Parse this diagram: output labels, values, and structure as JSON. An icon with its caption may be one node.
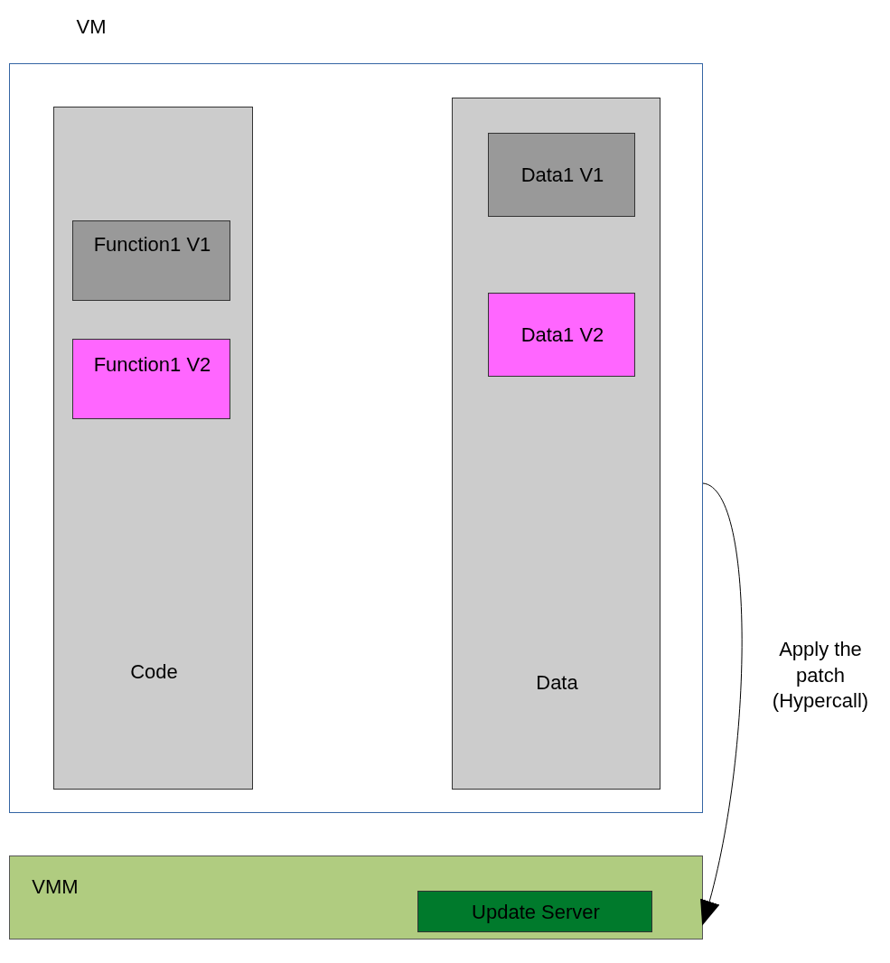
{
  "diagram": {
    "nodes": [
      {
        "text": [
          "VM"
        ]
      },
      {
        "text": [
          "Code"
        ],
        "in": 0
      },
      {
        "text": [
          "Function1 V1"
        ],
        "in": 1
      },
      {
        "text": [
          "Function1 V2"
        ],
        "in": 1
      },
      {
        "text": [
          "Data"
        ],
        "in": 0
      },
      {
        "text": [
          "Data1 V1"
        ],
        "in": 4
      },
      {
        "text": [
          "Data1 V2"
        ],
        "in": 4
      },
      {
        "text": [
          "VMM"
        ]
      },
      {
        "text": [
          "Update Server"
        ],
        "in": 7
      }
    ],
    "edges": [
      {
        "from": 0,
        "to": 7,
        "arrow": "to",
        "label": "Apply the patch (Hypercall)"
      }
    ]
  }
}
